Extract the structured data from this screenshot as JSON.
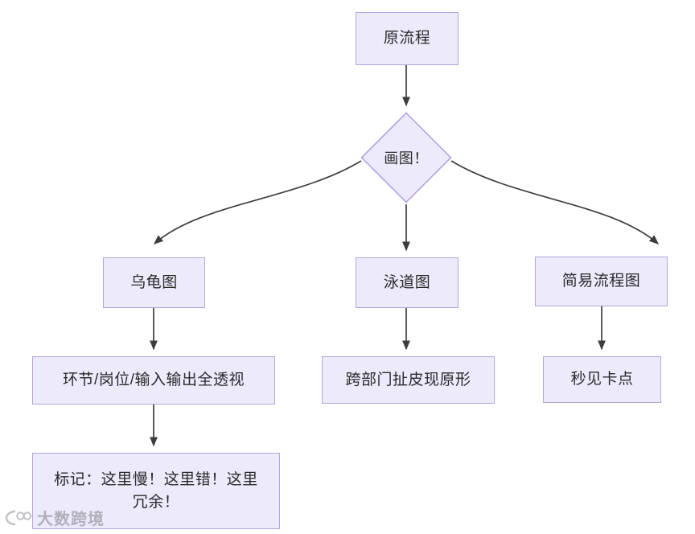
{
  "diagram": {
    "type": "flowchart",
    "direction": "top-down",
    "theme": {
      "node_fill": "#eceafb",
      "node_border": "#b6a3e0",
      "edge_color": "#3d3d3d",
      "text_color": "#2b2b2b",
      "background": "#ffffff"
    },
    "nodes": [
      {
        "id": "n1",
        "shape": "rect",
        "label": "原流程"
      },
      {
        "id": "n2",
        "shape": "diamond",
        "label": "画图！"
      },
      {
        "id": "n3",
        "shape": "rect",
        "label": "乌龟图"
      },
      {
        "id": "n4",
        "shape": "rect",
        "label": "泳道图"
      },
      {
        "id": "n5",
        "shape": "rect",
        "label": "简易流程图"
      },
      {
        "id": "n6",
        "shape": "rect",
        "label": "环节/岗位/输入输出全透视"
      },
      {
        "id": "n7",
        "shape": "rect",
        "label": "跨部门扯皮现原形"
      },
      {
        "id": "n8",
        "shape": "rect",
        "label": "秒见卡点"
      },
      {
        "id": "n9",
        "shape": "rect",
        "label": "标记：这里慢！这里错！这里冗余！"
      }
    ],
    "edges": [
      {
        "from": "n1",
        "to": "n2",
        "style": "straight"
      },
      {
        "from": "n2",
        "to": "n3",
        "style": "curved"
      },
      {
        "from": "n2",
        "to": "n4",
        "style": "straight"
      },
      {
        "from": "n2",
        "to": "n5",
        "style": "curved"
      },
      {
        "from": "n3",
        "to": "n6",
        "style": "straight"
      },
      {
        "from": "n4",
        "to": "n7",
        "style": "straight"
      },
      {
        "from": "n5",
        "to": "n8",
        "style": "straight"
      },
      {
        "from": "n6",
        "to": "n9",
        "style": "straight"
      }
    ]
  },
  "watermark": {
    "text": "大数跨境"
  }
}
